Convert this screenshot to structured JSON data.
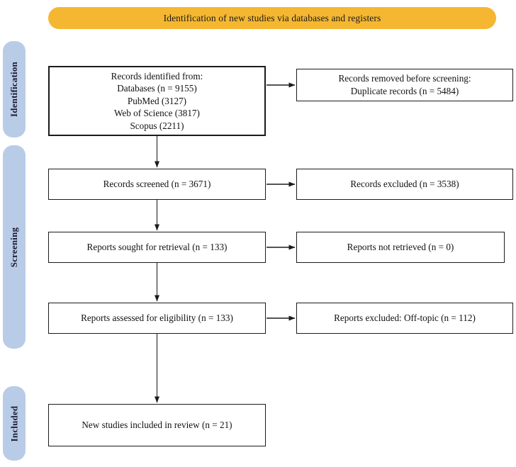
{
  "banner": {
    "label": "Identification of new studies via databases and registers",
    "color": "#f5b731"
  },
  "stages": {
    "color": "#b9cce7",
    "items": [
      {
        "id": "identification",
        "label": "Identification"
      },
      {
        "id": "screening",
        "label": "Screening"
      },
      {
        "id": "included",
        "label": "Included"
      }
    ]
  },
  "flow": {
    "left": [
      {
        "id": "identified",
        "label": "Records identified from:\nDatabases (n = 9155)\nPubMed (3127)\nWeb of Science (3817)\nScopus (2211)"
      },
      {
        "id": "screened",
        "label": "Records screened (n = 3671)"
      },
      {
        "id": "sought",
        "label": "Reports sought for retrieval (n = 133)"
      },
      {
        "id": "assessed",
        "label": "Reports assessed for eligibility (n = 133)"
      },
      {
        "id": "included",
        "label": "New studies included in review (n = 21)"
      }
    ],
    "right": [
      {
        "id": "removed",
        "label": "Records removed before screening:\nDuplicate records (n = 5484)"
      },
      {
        "id": "excluded",
        "label": "Records excluded (n = 3538)"
      },
      {
        "id": "notretrieved",
        "label": "Reports not retrieved (n = 0)"
      },
      {
        "id": "offtopic",
        "label": "Reports excluded: Off-topic (n = 112)"
      }
    ]
  },
  "chart_data": {
    "type": "diagram",
    "title": "Identification of new studies via databases and registers",
    "diagram_kind": "PRISMA flow diagram",
    "stages": [
      "Identification",
      "Screening",
      "Included"
    ],
    "nodes": [
      {
        "id": "identified",
        "stage": "Identification",
        "column": "left",
        "text": "Records identified from: Databases (n = 9155); PubMed (3127); Web of Science (3817); Scopus (2211)",
        "n": 9155
      },
      {
        "id": "removed",
        "stage": "Identification",
        "column": "right",
        "text": "Records removed before screening: Duplicate records (n = 5484)",
        "n": 5484
      },
      {
        "id": "screened",
        "stage": "Screening",
        "column": "left",
        "text": "Records screened (n = 3671)",
        "n": 3671
      },
      {
        "id": "excluded",
        "stage": "Screening",
        "column": "right",
        "text": "Records excluded (n = 3538)",
        "n": 3538
      },
      {
        "id": "sought",
        "stage": "Screening",
        "column": "left",
        "text": "Reports sought for retrieval (n = 133)",
        "n": 133
      },
      {
        "id": "notretrieved",
        "stage": "Screening",
        "column": "right",
        "text": "Reports not retrieved (n = 0)",
        "n": 0
      },
      {
        "id": "assessed",
        "stage": "Screening",
        "column": "left",
        "text": "Reports assessed for eligibility (n = 133)",
        "n": 133
      },
      {
        "id": "offtopic",
        "stage": "Screening",
        "column": "right",
        "text": "Reports excluded: Off-topic (n = 112)",
        "n": 112
      },
      {
        "id": "included",
        "stage": "Included",
        "column": "left",
        "text": "New studies included in review (n = 21)",
        "n": 21
      }
    ],
    "edges": [
      {
        "from": "identified",
        "to": "removed",
        "direction": "right"
      },
      {
        "from": "identified",
        "to": "screened",
        "direction": "down"
      },
      {
        "from": "screened",
        "to": "excluded",
        "direction": "right"
      },
      {
        "from": "screened",
        "to": "sought",
        "direction": "down"
      },
      {
        "from": "sought",
        "to": "notretrieved",
        "direction": "right"
      },
      {
        "from": "sought",
        "to": "assessed",
        "direction": "down"
      },
      {
        "from": "assessed",
        "to": "offtopic",
        "direction": "right"
      },
      {
        "from": "assessed",
        "to": "included",
        "direction": "down"
      }
    ],
    "databases": [
      {
        "name": "PubMed",
        "records": 3127
      },
      {
        "name": "Web of Science",
        "records": 3817
      },
      {
        "name": "Scopus",
        "records": 2211
      }
    ]
  }
}
